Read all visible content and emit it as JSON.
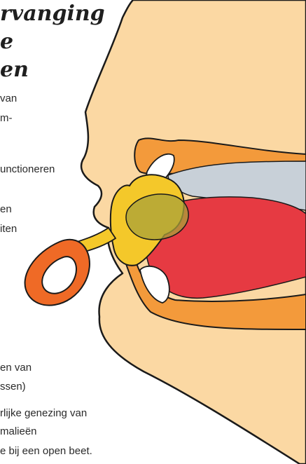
{
  "heading": {
    "line1": "rvanging",
    "line2": "e",
    "line3": "en"
  },
  "body_text": {
    "lines": [
      "van",
      "m-",
      "unctioneren",
      "en",
      "iten",
      "en van",
      "ssen)",
      "rlijke genezing van",
      "malieën",
      "e bij een open beet."
    ]
  },
  "colors": {
    "skin": "#fbd8a3",
    "gum": "#f39a3b",
    "tongue": "#e63a42",
    "palate": "#c8d0d8",
    "device": "#f4c82a",
    "ring": "#ef6a26",
    "outline": "#1a1a1a"
  }
}
